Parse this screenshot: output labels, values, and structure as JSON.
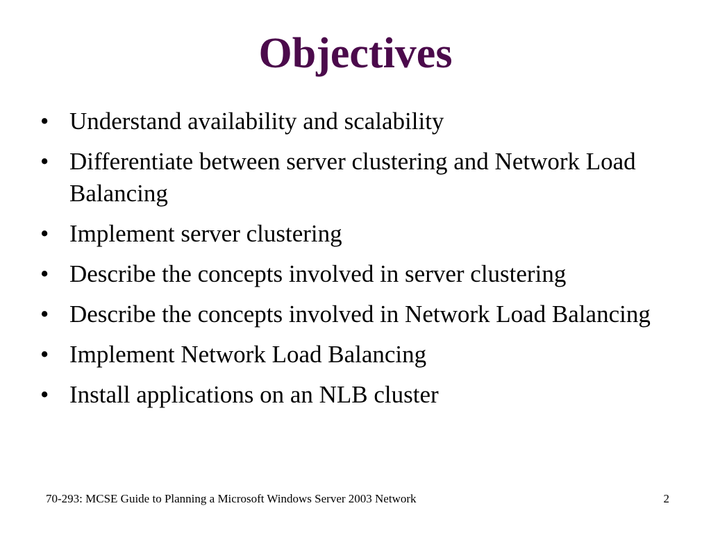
{
  "slide": {
    "title": "Objectives",
    "bullets": [
      "Understand availability and scalability",
      "Differentiate between server clustering and Network Load Balancing",
      "Implement server clustering",
      "Describe the concepts involved in server clustering",
      "Describe the concepts involved in Network Load Balancing",
      "Implement Network Load Balancing",
      "Install applications on an NLB cluster"
    ],
    "bullet_symbol": "•",
    "footer": "70-293: MCSE Guide to Planning a Microsoft Windows Server 2003 Network",
    "page_number": "2"
  },
  "colors": {
    "title": "#4b0a4b",
    "text": "#000000",
    "background": "#ffffff"
  }
}
